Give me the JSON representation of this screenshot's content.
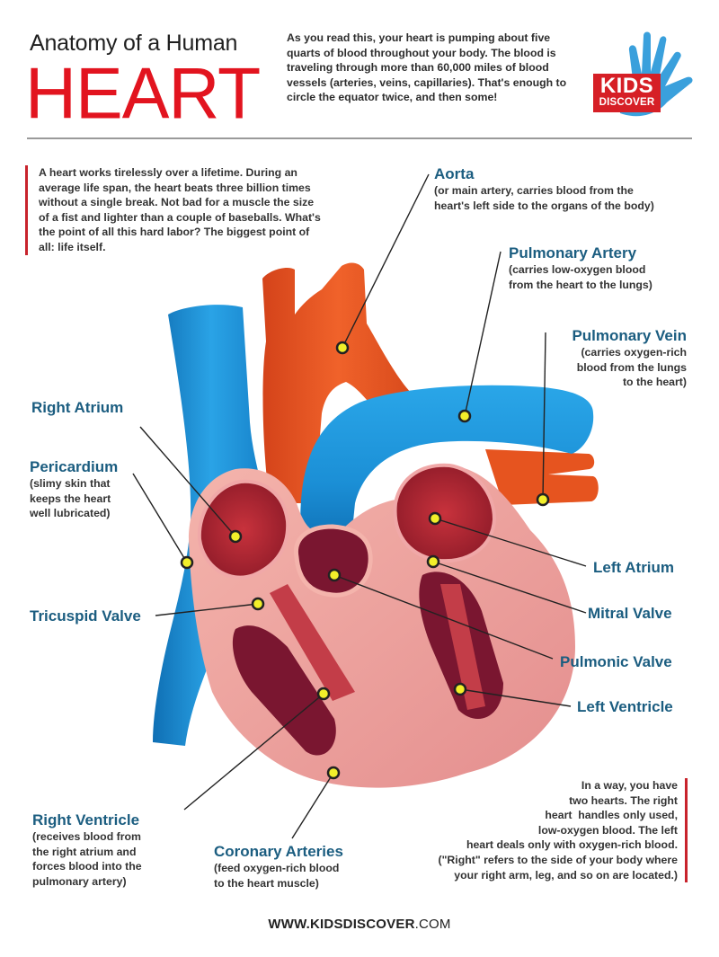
{
  "header": {
    "title_small": "Anatomy of a Human",
    "title_big": "HEART",
    "intro": "As you read this, your heart is pumping about five quarts of blood throughout your body. The blood is traveling through more than 60,000 miles of blood vessels (arteries, veins, capillaries). That's enough to circle the equator twice, and then some!",
    "logo": {
      "line1": "KIDS",
      "line2": "DISCOVER",
      "hand_color": "#3aa0dc",
      "badge_color": "#d61f26"
    }
  },
  "colors": {
    "title_red": "#e2141f",
    "label_blue": "#1b5d80",
    "vein_blue": "#1b8fd6",
    "artery_orange": "#e8521c",
    "chamber_red": "#a0202f",
    "muscle_pink": "#eea0a0",
    "marker_yellow": "#f2ef2a",
    "accent_bar": "#c8232c"
  },
  "side_notes": {
    "lifetime": "A heart works tirelessly over a lifetime. During an average life span, the heart beats three billion times without a single break. Not bad for a muscle the size of a fist and lighter than a couple of baseballs. What's the point of all this hard labor? The biggest point of all: life itself.",
    "two_hearts": [
      "In a way, you have",
      "two hearts. The right",
      "heart  handles only used,",
      "low-oxygen blood. The left",
      "heart deals only with oxygen-rich blood.",
      "(\"Right\" refers to the side of your body where",
      "your right arm, leg, and so on are located.)"
    ]
  },
  "labels": {
    "aorta": {
      "name": "Aorta",
      "desc": [
        "(or main artery, carries blood from the",
        "heart's left side to the organs of the body)"
      ]
    },
    "pulmonary_artery": {
      "name": "Pulmonary Artery",
      "desc": [
        "(carries low-oxygen blood",
        "from the heart to the lungs)"
      ]
    },
    "pulmonary_vein": {
      "name": "Pulmonary Vein",
      "desc": [
        "(carries oxygen-rich",
        "blood from the lungs",
        "to the heart)"
      ]
    },
    "right_atrium": {
      "name": "Right Atrium"
    },
    "pericardium": {
      "name": "Pericardium",
      "desc": [
        "(slimy skin that",
        "keeps the heart",
        "well lubricated)"
      ]
    },
    "tricuspid_valve": {
      "name": "Tricuspid Valve"
    },
    "left_atrium": {
      "name": "Left Atrium"
    },
    "mitral_valve": {
      "name": "Mitral Valve"
    },
    "pulmonic_valve": {
      "name": "Pulmonic Valve"
    },
    "left_ventricle": {
      "name": "Left Ventricle"
    },
    "right_ventricle": {
      "name": "Right Ventricle",
      "desc": [
        "(receives blood from",
        "the right atrium and",
        "forces blood into the",
        "pulmonary artery)"
      ]
    },
    "coronary_arteries": {
      "name": "Coronary Arteries",
      "desc": [
        "(feed oxygen-rich blood",
        "to the heart muscle)"
      ]
    }
  },
  "footer": {
    "url_prefix": "WWW.KIDSDISCOVER",
    "url_suffix": ".COM"
  }
}
